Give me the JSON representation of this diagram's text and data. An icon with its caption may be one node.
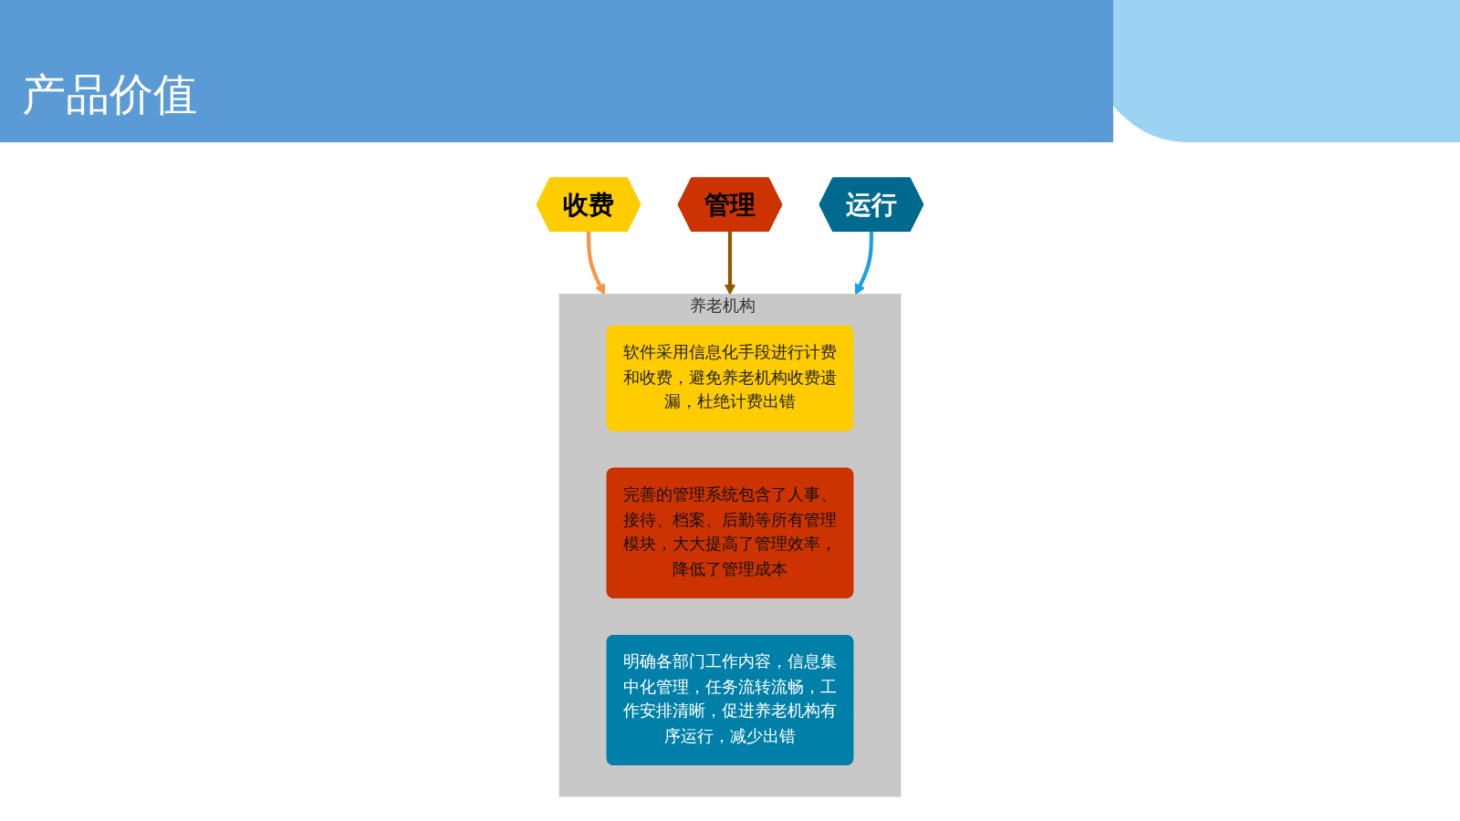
{
  "diagram": {
    "title": "产品价值",
    "nodes": [
      {
        "text": [
          "收费"
        ]
      },
      {
        "text": [
          "管理"
        ]
      },
      {
        "text": [
          "运行"
        ]
      },
      {
        "text": [
          "养老机构"
        ]
      },
      {
        "text": [
          "软件采用信息化手段进行计费和收费，避免养老机构收费遗漏，杜绝计费出错"
        ],
        "in": 3
      },
      {
        "text": [
          "完善的管理系统包含了人事、接待、档案、后勤等所有管理模块，大大提高了管理效率，降低了管理成本"
        ],
        "in": 3
      },
      {
        "text": [
          "明确各部门工作内容，信息集中化管理，任务流转流畅，工作安排清晰，促进养老机构有序运行，减少出错"
        ],
        "in": 3
      }
    ],
    "edges": [
      {
        "from": 0,
        "to": 3,
        "arrow": "to",
        "color": "#f79646"
      },
      {
        "from": 1,
        "to": 3,
        "arrow": "to",
        "color": "#8b5a00"
      },
      {
        "from": 2,
        "to": 3,
        "arrow": "to",
        "color": "#1ba1e2"
      }
    ]
  }
}
